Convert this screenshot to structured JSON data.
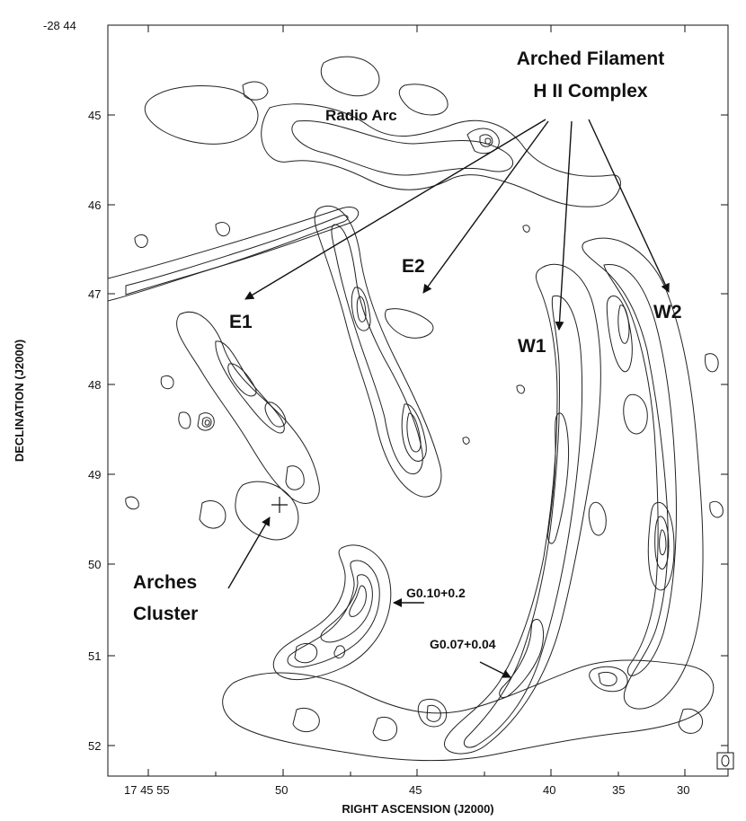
{
  "axes": {
    "x_title": "RIGHT ASCENSION (J2000)",
    "y_title": "DECLINATION (J2000)",
    "x_ticks": [
      "17 45 55",
      "50",
      "45",
      "40",
      "35",
      "30"
    ],
    "y_top_label": "-28 44",
    "y_ticks": [
      "45",
      "46",
      "47",
      "48",
      "49",
      "50",
      "51",
      "52"
    ]
  },
  "annotations": {
    "arched_filament_line1": "Arched Filament",
    "arched_filament_line2": "H II Complex",
    "radio_arc": "Radio Arc",
    "e1": "E1",
    "e2": "E2",
    "w1": "W1",
    "w2": "W2",
    "arches_line1": "Arches",
    "arches_line2": "Cluster",
    "g010": "G0.10+0.2",
    "g007": "G0.07+0.04"
  },
  "beam_marker": "beam-ellipse"
}
